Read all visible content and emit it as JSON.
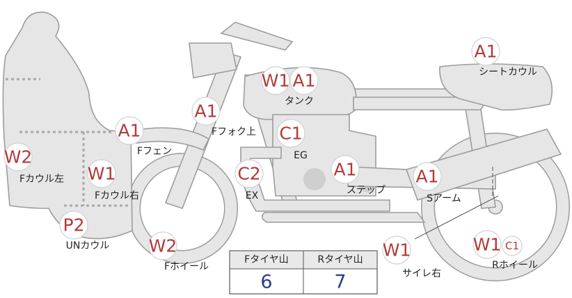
{
  "colors": {
    "grade_text": "#b23a3a",
    "value_text": "#2b3c8c",
    "bike_fill": "#e6e6e6",
    "bike_outline": "#9c9c9c"
  },
  "parts": [
    {
      "id": "tank",
      "grades": [
        "W1",
        "A1"
      ],
      "label": "タンク"
    },
    {
      "id": "front-fork",
      "grades": [
        "A1"
      ],
      "label": "Fフォク上"
    },
    {
      "id": "engine",
      "grades": [
        "C1"
      ],
      "label": "EG"
    },
    {
      "id": "front-fender",
      "grades": [
        "A1"
      ],
      "label": "Fフェン"
    },
    {
      "id": "front-cowl-left",
      "grades": [
        "W2"
      ],
      "label": "Fカウル左"
    },
    {
      "id": "front-cowl-right",
      "grades": [
        "W1"
      ],
      "label": "Fカウル右"
    },
    {
      "id": "exhaust",
      "grades": [
        "C2"
      ],
      "label": "EX"
    },
    {
      "id": "step",
      "grades": [
        "A1"
      ],
      "label": "ステップ"
    },
    {
      "id": "swing-arm",
      "grades": [
        "A1"
      ],
      "label": "Sアーム"
    },
    {
      "id": "seat-cowl",
      "grades": [
        "A1"
      ],
      "label": "シートカウル"
    },
    {
      "id": "under-cowl",
      "grades": [
        "P2"
      ],
      "label": "UNカウル"
    },
    {
      "id": "front-wheel",
      "grades": [
        "W2"
      ],
      "label": "Fホイール"
    },
    {
      "id": "silencer-right",
      "grades": [
        "W1"
      ],
      "label": "サイレ右"
    },
    {
      "id": "rear-wheel",
      "grades": [
        "W1",
        "C1"
      ],
      "label": "Rホイール"
    }
  ],
  "tread_table": {
    "headers": [
      "Fタイヤ山",
      "Rタイヤ山"
    ],
    "values": [
      "6",
      "7"
    ]
  }
}
